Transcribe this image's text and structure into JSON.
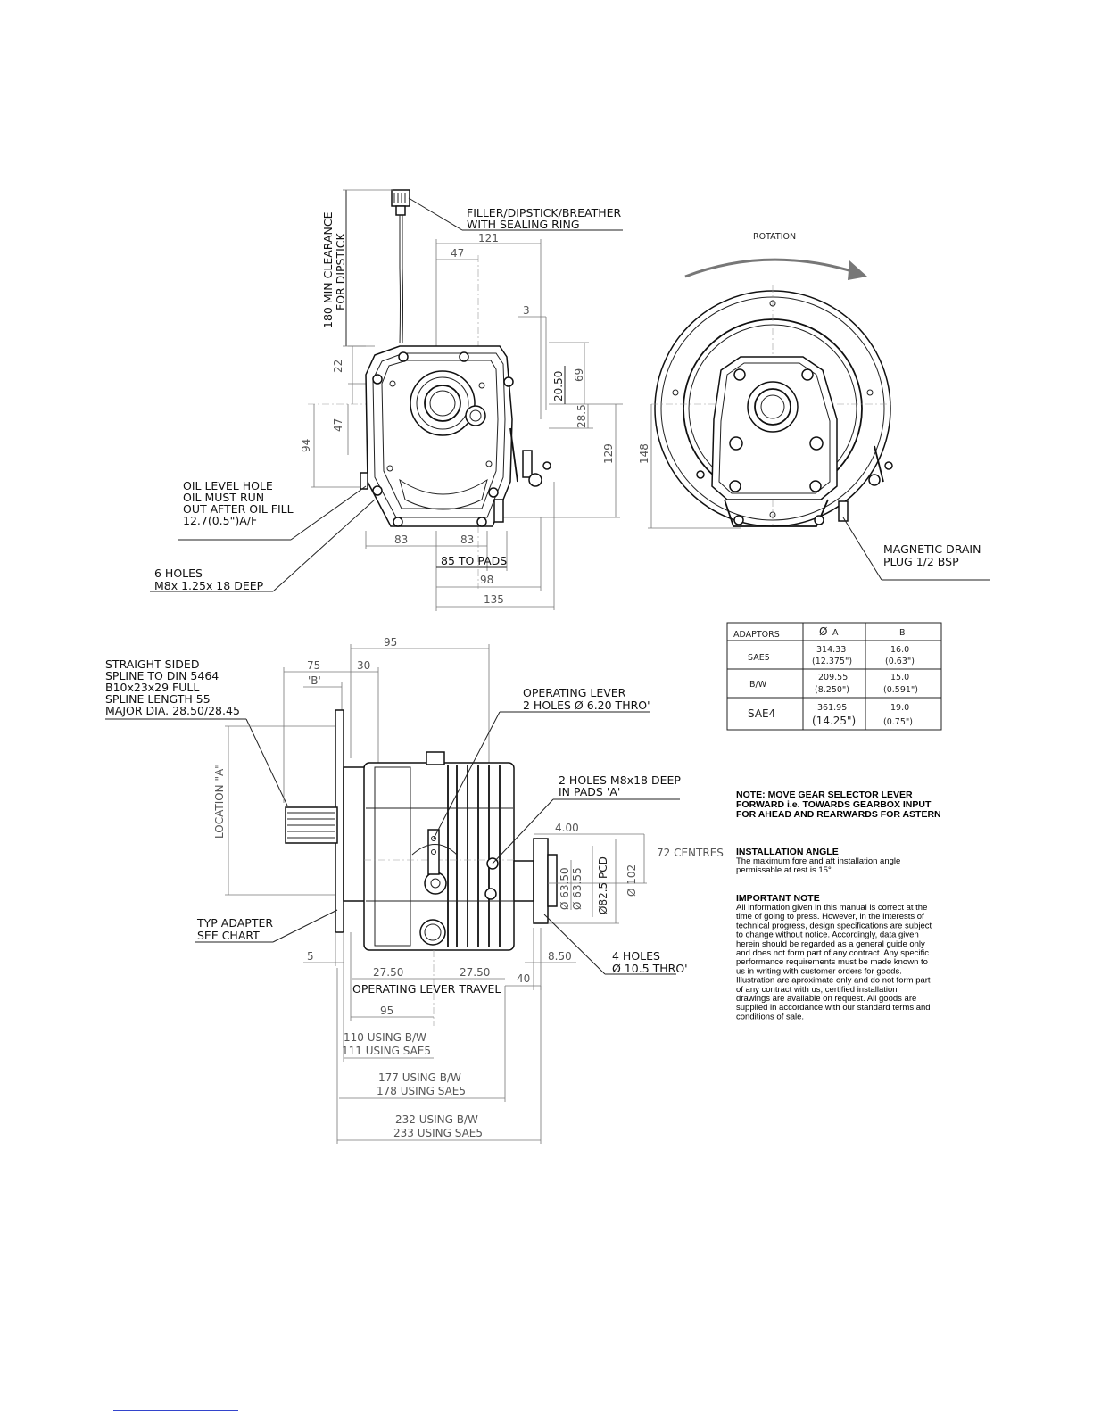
{
  "top_view": {
    "filler_label_1": "FILLER/DIPSTICK/BREATHER",
    "filler_label_2": "WITH SEALING RING",
    "clearance_label_1": "180 MIN CLEARANCE",
    "clearance_label_2": "FOR DIPSTICK",
    "dim_121": "121",
    "dim_47_top": "47",
    "dim_3": "3",
    "dim_20_50": "20.50",
    "dim_69": "69",
    "dim_28_5": "28.5",
    "dim_129": "129",
    "dim_22": "22",
    "dim_47_left": "47",
    "dim_94": "94",
    "dim_83_left": "83",
    "dim_83_right": "83",
    "dim_85_pads": "85 TO PADS",
    "dim_98": "98",
    "dim_135": "135",
    "oil_level_1": "OIL LEVEL HOLE",
    "oil_level_2": "OIL MUST RUN",
    "oil_level_3": "OUT AFTER OIL FILL",
    "oil_level_4": "12.7(0.5\")A/F",
    "holes_1": "6 HOLES",
    "holes_2": "M8x 1.25x 18 DEEP"
  },
  "rear_view": {
    "rotation_label": "ROTATION",
    "dim_148": "148",
    "drain_1": "MAGNETIC DRAIN",
    "drain_2": "PLUG 1/2 BSP"
  },
  "adaptor_table": {
    "headers": [
      "ADAPTORS",
      "A",
      "B"
    ],
    "rows": [
      {
        "name": "SAE5",
        "a1": "314.33",
        "a2": "(12.375\")",
        "b1": "16.0",
        "b2": "(0.63\")"
      },
      {
        "name": "B/W",
        "a1": "209.55",
        "a2": "(8.250\")",
        "b1": "15.0",
        "b2": "(0.591\")"
      },
      {
        "name": "SAE4",
        "a1": "361.95",
        "a2": "(14.25\")",
        "b1": "19.0",
        "b2": "(0.75\")"
      }
    ]
  },
  "side_view": {
    "spline_1": "STRAIGHT SIDED",
    "spline_2": "SPLINE TO DIN 5464",
    "spline_3": "B10x23x29 FULL",
    "spline_4": "SPLINE LENGTH 55",
    "spline_5": "MAJOR DIA. 28.50/28.45",
    "dim_95_top": "95",
    "dim_75": "75",
    "dim_30": "30",
    "dim_b": "'B'",
    "location_a": "LOCATION \"A\"",
    "lever_1": "OPERATING LEVER",
    "lever_2": "2 HOLES Ø 6.20 THRO'",
    "pads_1": "2 HOLES M8x18 DEEP",
    "pads_2": "IN PADS 'A'",
    "dim_4_00": "4.00",
    "centres": "72 CENTRES",
    "dim_63_50": "Ø 63.50",
    "dim_63_55": "Ø 63.55",
    "dim_82_5": "Ø82.5 PCD",
    "dim_102": "Ø 102",
    "adapter_1": "TYP ADAPTER",
    "adapter_2": "SEE CHART",
    "dim_5": "5",
    "dim_27_50_left": "27.50",
    "dim_27_50_right": "27.50",
    "lever_travel": "OPERATING LEVER TRAVEL",
    "dim_40": "40",
    "dim_8_50": "8.50",
    "holes4_1": "4 HOLES",
    "holes4_2": "Ø 10.5 THRO'",
    "dim_95_bottom": "95",
    "dim_110": "110 USING B/W",
    "dim_111": "111 USING SAE5",
    "dim_177": "177 USING B/W",
    "dim_178": "178 USING SAE5",
    "dim_232": "232 USING B/W",
    "dim_233": "233 USING SAE5"
  },
  "notes": {
    "gear_1": "NOTE: MOVE GEAR SELECTOR LEVER",
    "gear_2": "FORWARD i.e. TOWARDS GEARBOX INPUT",
    "gear_3": "FOR AHEAD AND REARWARDS FOR ASTERN",
    "angle_title": "INSTALLATION ANGLE",
    "angle_1": "The maximum fore and aft installation angle",
    "angle_2": "permissable at rest is 15°",
    "important_title": "IMPORTANT NOTE",
    "important_lines": [
      "All information given in this manual is correct at the",
      "time of going to press. However, in the interests of",
      "technical progress, design specifications are subject",
      "to change without notice. Accordingly, data given",
      "herein should be regarded as a general guide only",
      "and does not form part of any contract. Any specific",
      "performance requirements must be made known to",
      "us in writing with customer orders for goods.",
      "Illustration are aproximate only and do not form part",
      "of any contract with us; certified installation",
      "drawings are available on request. All goods are",
      "supplied in accordance with our standard terms and",
      "conditions of sale."
    ]
  }
}
